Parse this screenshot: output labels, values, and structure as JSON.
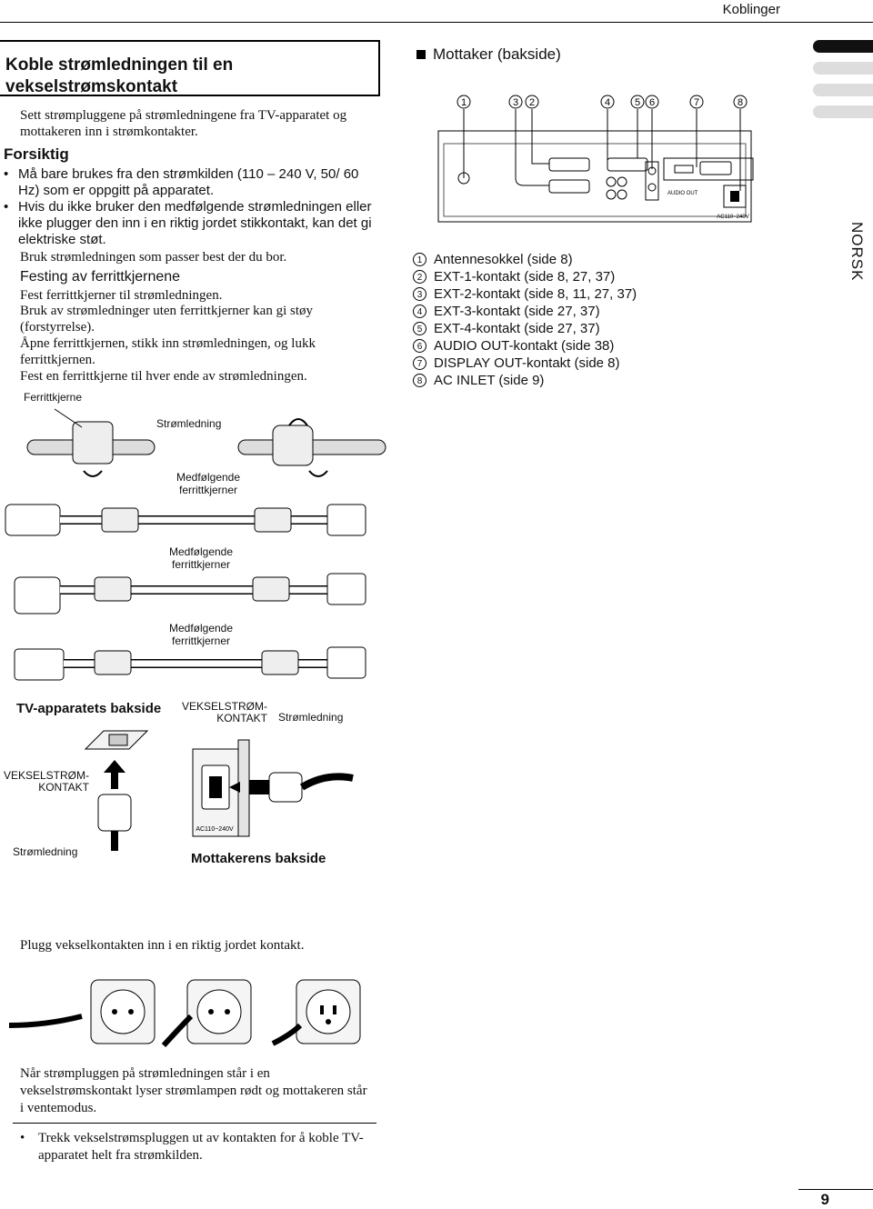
{
  "header": {
    "section": "Koblinger"
  },
  "left": {
    "title": "Koble strømledningen til en vekselstrømskontakt",
    "intro": "Sett strømpluggene på strømledningene fra TV-apparatet og mottakeren inn i strømkontakter.",
    "caution_heading": "Forsiktig",
    "caution_items": [
      "Må bare brukes fra den strømkilden (110 – 240 V, 50/ 60 Hz) som er oppgitt på apparatet.",
      "Hvis du ikke bruker den medfølgende strømledningen eller ikke plugger den inn i en riktig jordet stikkontakt, kan det gi elektriske støt."
    ],
    "use_cord": "Bruk strømledningen som passer best der du bor.",
    "ferrite_heading": "Festing av ferrittkjernene",
    "ferrite_paras": [
      "Fest ferrittkjerner til strømledningen.",
      "Bruk av strømledninger uten ferrittkjerner kan gi støy (forstyrrelse).",
      "Åpne ferrittkjernen, stikk inn strømledningen, og lukk ferrittkjernen.",
      "Fest en ferrittkjerne til hver ende av strømledningen."
    ]
  },
  "right": {
    "heading": "Mottaker (bakside)",
    "callout_numbers": [
      "1",
      "3",
      "2",
      "4",
      "5",
      "6",
      "7",
      "8"
    ],
    "panel_labels": {
      "ac": "AC110~240V",
      "audio_out": "AUDIO OUT"
    },
    "items": [
      {
        "num": "1",
        "text": "Antennesokkel (side 8)"
      },
      {
        "num": "2",
        "text": "EXT-1-kontakt (side 8, 27, 37)"
      },
      {
        "num": "3",
        "text": "EXT-2-kontakt (side 8, 11, 27, 37)"
      },
      {
        "num": "4",
        "text": "EXT-3-kontakt (side 27, 37)"
      },
      {
        "num": "5",
        "text": "EXT-4-kontakt (side 27, 37)"
      },
      {
        "num": "6",
        "text": "AUDIO OUT-kontakt (side 38)"
      },
      {
        "num": "7",
        "text": "DISPLAY OUT-kontakt (side 8)"
      },
      {
        "num": "8",
        "text": "AC INLET (side 9)"
      }
    ],
    "side_tab": "NORSK"
  },
  "figures": {
    "ferrite_label": "Ferrittkjerne",
    "cord_label": "Strømledning",
    "supplied_ferrites": "Medfølgende ferrittkjerner",
    "tv_back": "TV-apparatets bakside",
    "ac_outlet": "VEKSELSTRØM- KONTAKT",
    "cord_label_2": "Strømledning",
    "ac_outlet_2": "VEKSELSTRØM- KONTAKT",
    "cord_label_3": "Strømledning",
    "receiver_back": "Mottakerens bakside",
    "inlet_rating": "AC110~240V"
  },
  "bottom": {
    "plug_text": "Plugg vekselkontakten inn i en riktig jordet kontakt.",
    "standby_text": "Når strømpluggen på strømledningen står i en vekselstrømskontakt lyser strømlampen rødt og mottakeren står i ventemodus.",
    "unplug_tip": "Trekk vekselstrømspluggen ut av kontakten for å koble TV-apparatet helt fra strømkilden."
  },
  "footer": {
    "page_number": "9"
  }
}
